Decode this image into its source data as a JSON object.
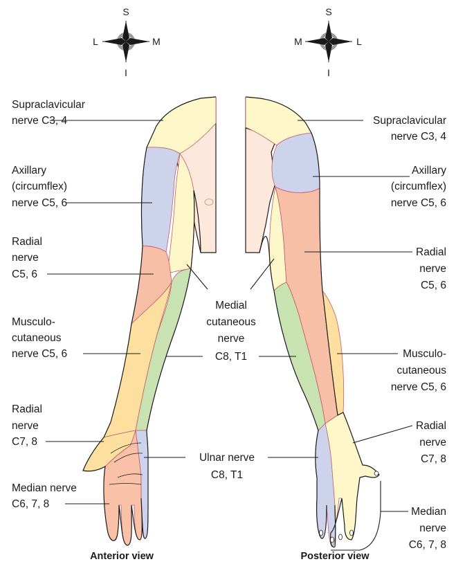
{
  "colors": {
    "supraclavicular": "#fdf7c9",
    "axillary": "#ccd3ea",
    "radial": "#f7bfa6",
    "musculocutaneous": "#fde0a0",
    "medial_cutaneous": "#c8e2b2",
    "ulnar": "#ccd3ea",
    "median": "#f9c2a8",
    "chest": "#fde9dc",
    "outline": "#1a1a1a"
  },
  "compass": {
    "anterior": {
      "top": "S",
      "bottom": "I",
      "left": "L",
      "right": "M"
    },
    "posterior": {
      "top": "S",
      "bottom": "I",
      "left": "M",
      "right": "L"
    }
  },
  "views": {
    "anterior": {
      "title": "Anterior view",
      "labels": {
        "supraclavicular": [
          "Supraclavicular",
          "nerve C3, 4"
        ],
        "axillary": [
          "Axillary",
          "(circumflex)",
          "nerve C5, 6"
        ],
        "radial_upper": [
          "Radial",
          "nerve",
          "C5, 6"
        ],
        "musculocutaneous": [
          "Musculo-",
          "cutaneous",
          "nerve C5, 6"
        ],
        "radial_lower": [
          "Radial",
          "nerve",
          "C7, 8"
        ],
        "median": [
          "Median nerve",
          "C6, 7, 8"
        ]
      }
    },
    "center": {
      "medial_cutaneous": [
        "Medial",
        "cutaneous",
        "nerve",
        "C8, T1"
      ],
      "ulnar": [
        "Ulnar nerve",
        "C8, T1"
      ]
    },
    "posterior": {
      "title": "Posterior view",
      "labels": {
        "supraclavicular": [
          "Supraclavicular",
          "nerve C3, 4"
        ],
        "axillary": [
          "Axillary",
          "(circumflex)",
          "nerve C5, 6"
        ],
        "radial_upper": [
          "Radial",
          "nerve",
          "C5, 6"
        ],
        "musculocutaneous": [
          "Musculo-",
          "cutaneous",
          "nerve C5, 6"
        ],
        "radial_lower": [
          "Radial",
          "nerve",
          "C7, 8"
        ],
        "median": [
          "Median",
          "nerve",
          "C6, 7, 8"
        ]
      }
    }
  }
}
